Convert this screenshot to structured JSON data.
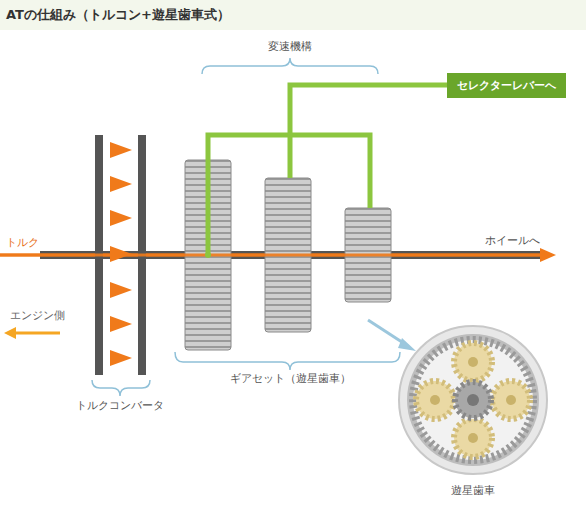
{
  "diagram": {
    "title": "ATの仕組み（トルコン+遊星歯車式）",
    "nodes": [
      {
        "text": [
          "セレクターレバーへ"
        ]
      }
    ],
    "labels": [
      "変速機構",
      "トルク",
      "エンジン側",
      "ホイールへ",
      "トルクコンバータ",
      "ギアセット（遊星歯車）",
      "遊星歯車"
    ]
  }
}
